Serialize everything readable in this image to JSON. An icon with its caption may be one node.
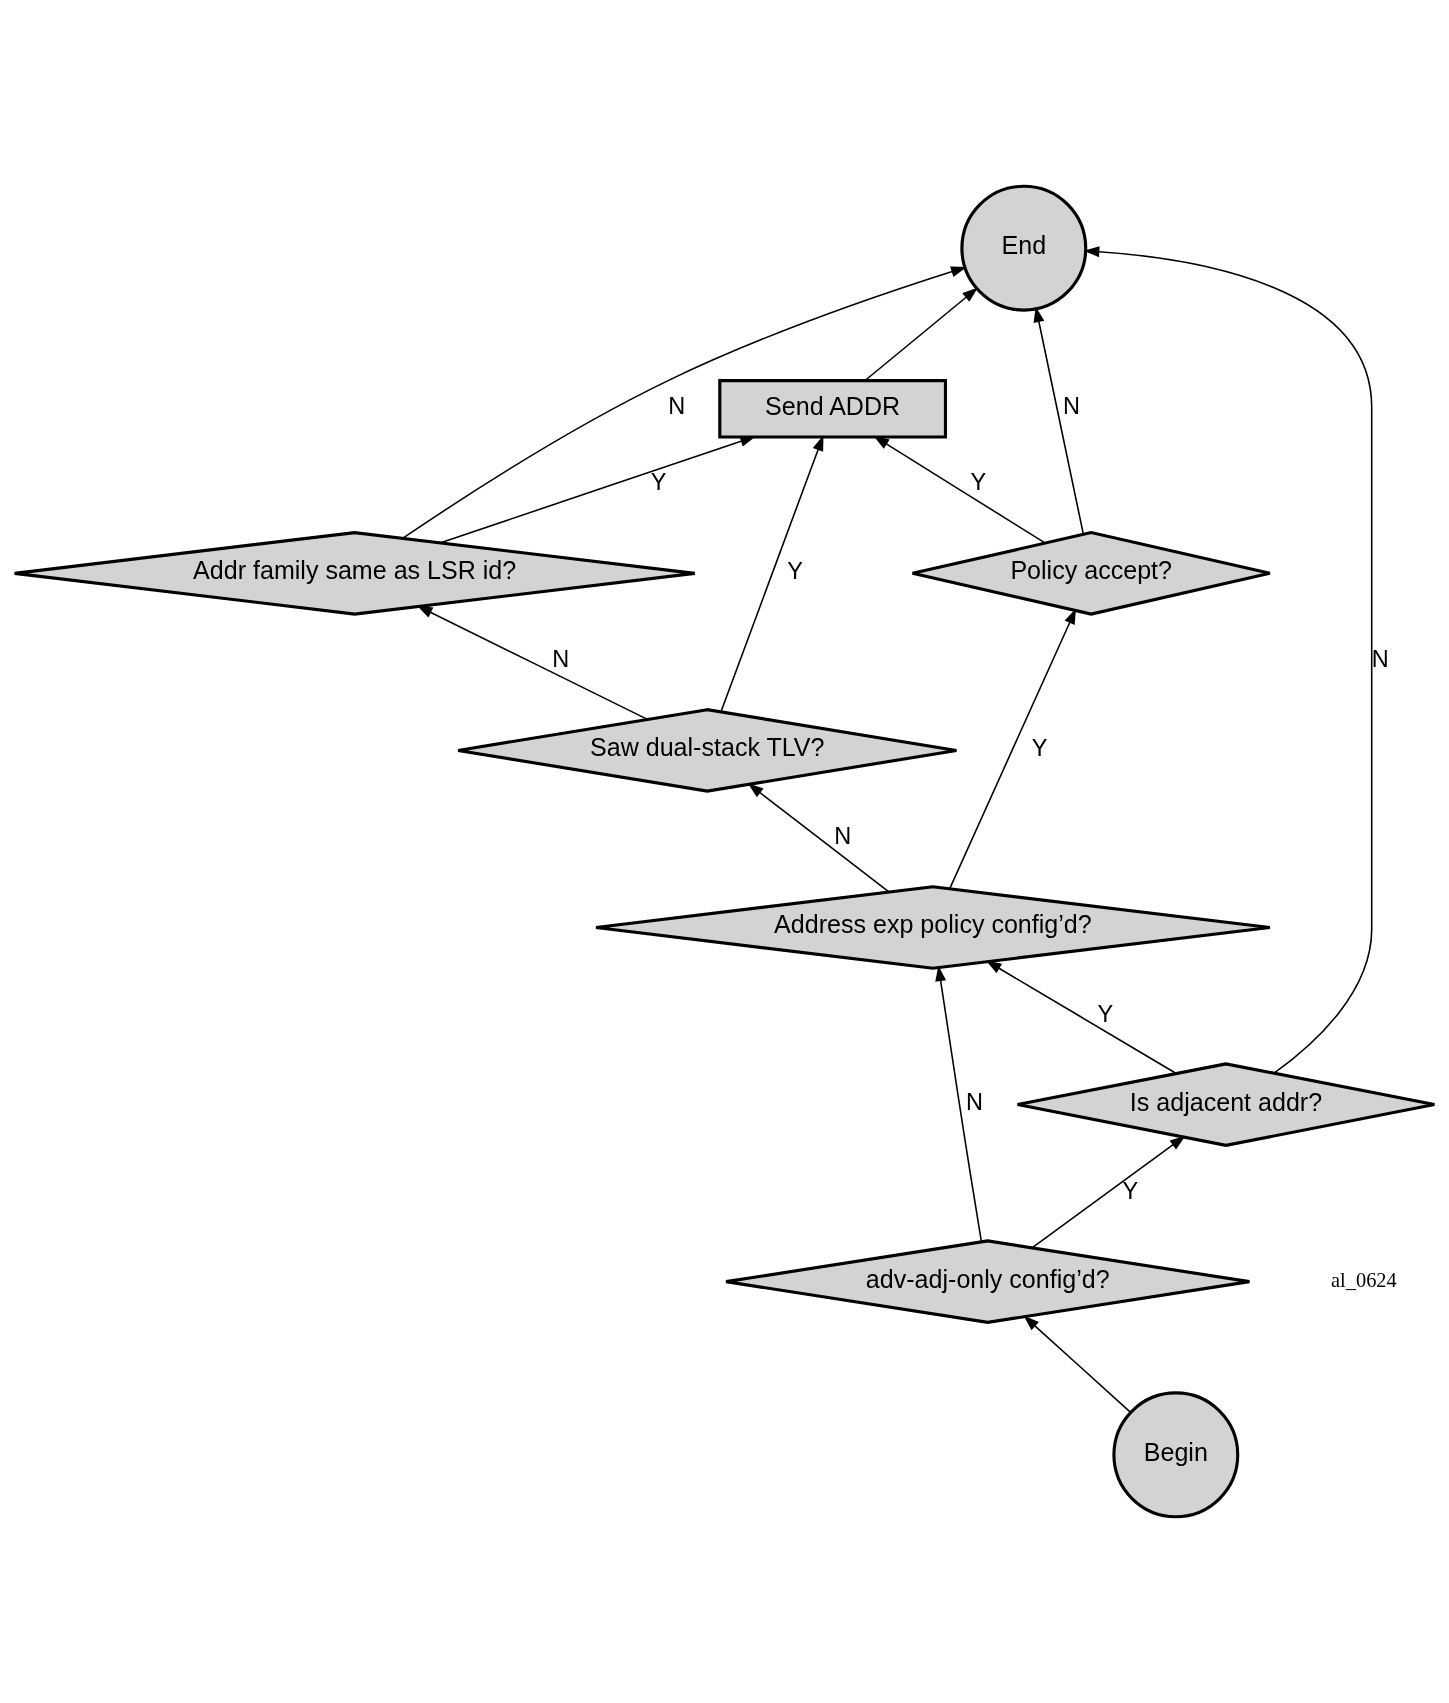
{
  "diagram": {
    "nodes": [
      {
        "text": [
          "End"
        ]
      },
      {
        "text": [
          "Addr family same as LSR id?"
        ]
      },
      {
        "text": [
          "Send ADDR"
        ]
      },
      {
        "text": [
          "Saw dual-stack TLV?"
        ]
      },
      {
        "text": [
          "Policy accept?"
        ]
      },
      {
        "text": [
          "Address exp policy config’d?"
        ]
      },
      {
        "text": [
          "adv-adj-only config’d?"
        ]
      },
      {
        "text": [
          "Is adjacent addr?"
        ]
      },
      {
        "text": [
          "Begin"
        ]
      }
    ],
    "edges": [
      {
        "from": 8,
        "to": 6,
        "arrow": "to"
      },
      {
        "from": 6,
        "to": 5,
        "arrow": "to",
        "label": "N"
      },
      {
        "from": 6,
        "to": 7,
        "arrow": "to",
        "label": "Y"
      },
      {
        "from": 7,
        "to": 5,
        "arrow": "to",
        "label": "Y"
      },
      {
        "from": 7,
        "to": 0,
        "arrow": "to",
        "label": "N"
      },
      {
        "from": 5,
        "to": 4,
        "arrow": "to",
        "label": "Y"
      },
      {
        "from": 5,
        "to": 3,
        "arrow": "to",
        "label": "N"
      },
      {
        "from": 4,
        "to": 2,
        "arrow": "to",
        "label": "Y"
      },
      {
        "from": 4,
        "to": 0,
        "arrow": "to",
        "label": "N"
      },
      {
        "from": 3,
        "to": 1,
        "arrow": "to",
        "label": "N"
      },
      {
        "from": 3,
        "to": 2,
        "arrow": "to",
        "label": "Y"
      },
      {
        "from": 1,
        "to": 2,
        "arrow": "to",
        "label": "Y"
      },
      {
        "from": 1,
        "to": 0,
        "arrow": "to",
        "label": "N"
      },
      {
        "from": 2,
        "to": 0,
        "arrow": "to"
      }
    ],
    "labels": [
      "al_0624"
    ]
  }
}
